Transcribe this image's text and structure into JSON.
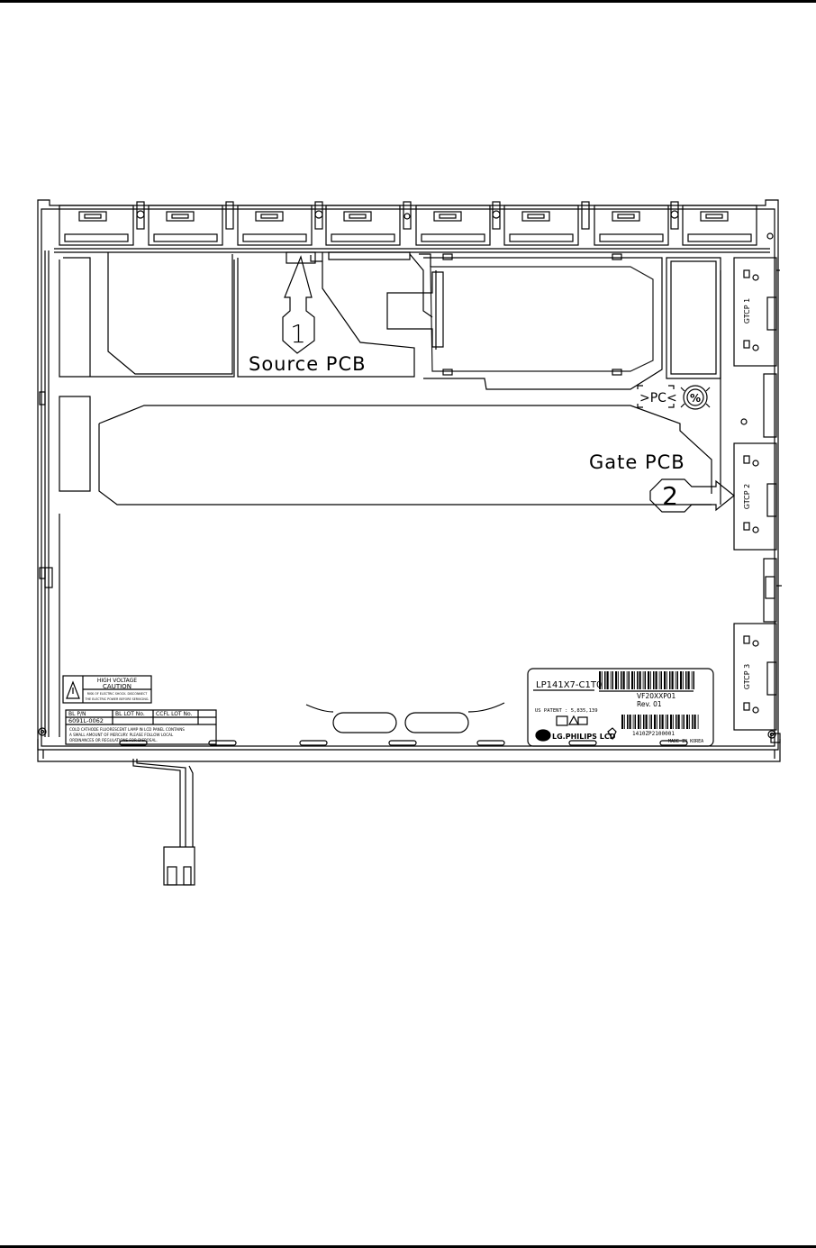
{
  "callouts": {
    "source": {
      "number": "1",
      "label": "Source PCB"
    },
    "gate": {
      "number": "2",
      "label": "Gate PCB"
    }
  },
  "markings": {
    "pc_mark": ">PC<",
    "recycle_mark": "%",
    "gtcp": [
      "GTCP 1",
      "GTCP 2",
      "GTCP 3"
    ]
  },
  "caution_label": {
    "title_line1": "HIGH VOLTAGE",
    "title_line2": "CAUTION",
    "warning_line1": "RISK OF ELECTRIC SHOCK. DISCONNECT",
    "warning_line2": "THE ELECTRIC POWER BEFORE SERVICING."
  },
  "bl_label": {
    "headers": [
      "BL P/N",
      "BL LOT No.",
      "CCFL LOT No."
    ],
    "part_number": "6091L-0062",
    "notice_line1": "COLD CATHODE FLUORESCENT LAMP IN LCD PANEL CONTAINS",
    "notice_line2": "A SMALL AMOUNT OF MERCURY.  PLEASE FOLLOW LOCAL",
    "notice_line3": "ORDINANCES OR REGULATIONS FOR DISPOSAL."
  },
  "product_label": {
    "model": "LP141X7-C1T0",
    "code": "VF20XXP01",
    "rev": "Rev. 01",
    "patent": "US PATENT : 5,835,139",
    "brand": "LG.PHILIPS LCD",
    "serial": "1410ZP2100001",
    "origin": "MADE IN KOREA"
  }
}
